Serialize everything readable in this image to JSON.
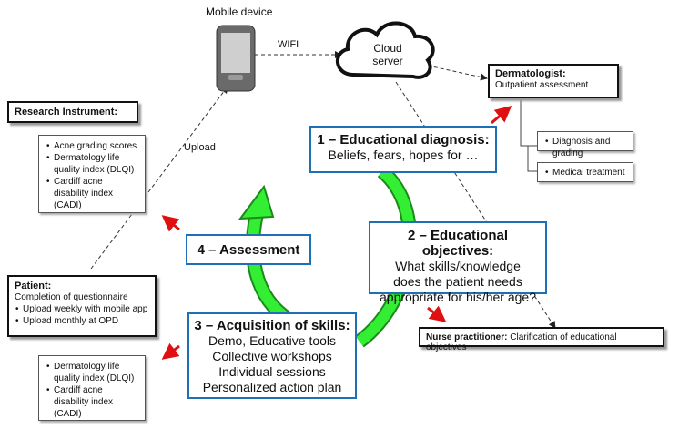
{
  "device_label": "Mobile device",
  "wifi_label": "WIFI",
  "upload_label": "Upload",
  "cloud_label_line1": "Cloud",
  "cloud_label_line2": "server",
  "dermatologist": {
    "title": "Dermatologist:",
    "subtitle": "Outpatient assessment",
    "items": [
      "Diagnosis and grading",
      "Medical treatment"
    ]
  },
  "research": {
    "title": "Research Instrument:",
    "items": [
      "Acne grading scores",
      "Dermatology life quality index (DLQI)",
      "Cardiff acne disability index (CADI)"
    ]
  },
  "patient": {
    "title": "Patient:",
    "subtitle": "Completion of questionnaire",
    "items": [
      "Upload weekly with mobile app",
      "Upload monthly at OPD"
    ],
    "sub_items": [
      "Dermatology life quality index (DLQI)",
      "Cardiff acne disability index (CADI)"
    ]
  },
  "nurse": {
    "title": "Nurse practitioner:",
    "text": "Clarification of educational objectives"
  },
  "step1": {
    "title": "1 – Educational diagnosis:",
    "body": "Beliefs, fears, hopes for …"
  },
  "step2": {
    "title": "2 – Educational objectives:",
    "body": [
      "What skills/knowledge",
      "does the patient needs",
      "appropriate for his/her age?"
    ]
  },
  "step3": {
    "title": "3 – Acquisition of skills:",
    "body": [
      "Demo, Educative tools",
      "Collective workshops",
      "Individual sessions",
      "Personalized action plan"
    ]
  },
  "step4": {
    "title": "4 – Assessment"
  },
  "colors": {
    "box_border": "#1f6fb5",
    "cycle_arrow": "#22dd22",
    "red_arrow": "#e01010"
  }
}
